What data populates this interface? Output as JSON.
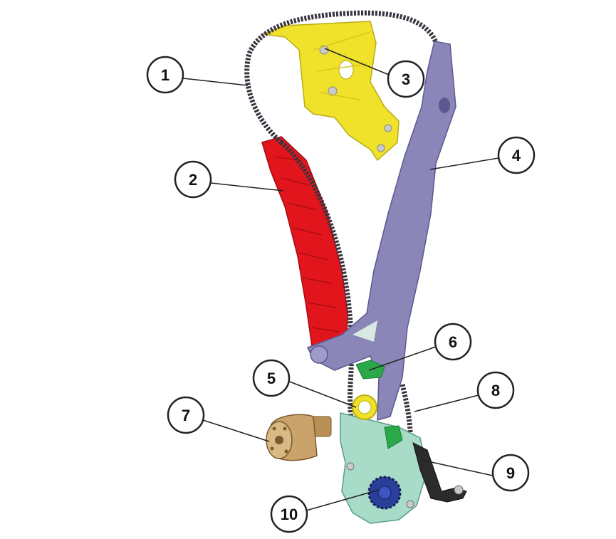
{
  "colors": {
    "chain": "#3a3340",
    "guide_rail": "#e3151c",
    "sprocket_cover": "#f0e22a",
    "tensioner_rail": "#8a86b8",
    "oil_pump_housing": "#a8dcc8",
    "green_parts": "#2aa84a",
    "pulley": "#c9a36a",
    "sprocket_blue": "#2a3f9a",
    "leader_line": "#222222"
  },
  "callouts": [
    {
      "id": "1",
      "label": "1",
      "part": "chain"
    },
    {
      "id": "2",
      "label": "2",
      "part": "guide-rail"
    },
    {
      "id": "3",
      "label": "3",
      "part": "sprocket-cover"
    },
    {
      "id": "4",
      "label": "4",
      "part": "tensioner-rail"
    },
    {
      "id": "5",
      "label": "5",
      "part": "bushing"
    },
    {
      "id": "6",
      "label": "6",
      "part": "upper-tensioner"
    },
    {
      "id": "7",
      "label": "7",
      "part": "pulley"
    },
    {
      "id": "8",
      "label": "8",
      "part": "lower-chain"
    },
    {
      "id": "9",
      "label": "9",
      "part": "lower-tensioner"
    },
    {
      "id": "10",
      "label": "10",
      "part": "crank-sprocket"
    }
  ]
}
